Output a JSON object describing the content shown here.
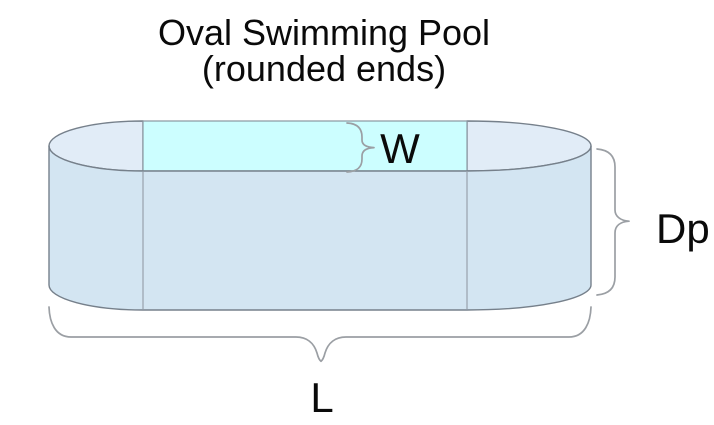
{
  "title": {
    "line1": "Oval Swimming Pool",
    "line2": "(rounded ends)"
  },
  "labels": {
    "width": "W",
    "depth": "Dp",
    "length": "L"
  },
  "colors": {
    "width_strip": "#ccfeff",
    "pool_top": "#e1ecf7",
    "pool_wall": "#d3e5f2",
    "outline": "#76808b",
    "seam": "#98a2ac",
    "brace": "#9b9fa4",
    "text": "#0a0a0a",
    "background": "#ffffff"
  }
}
